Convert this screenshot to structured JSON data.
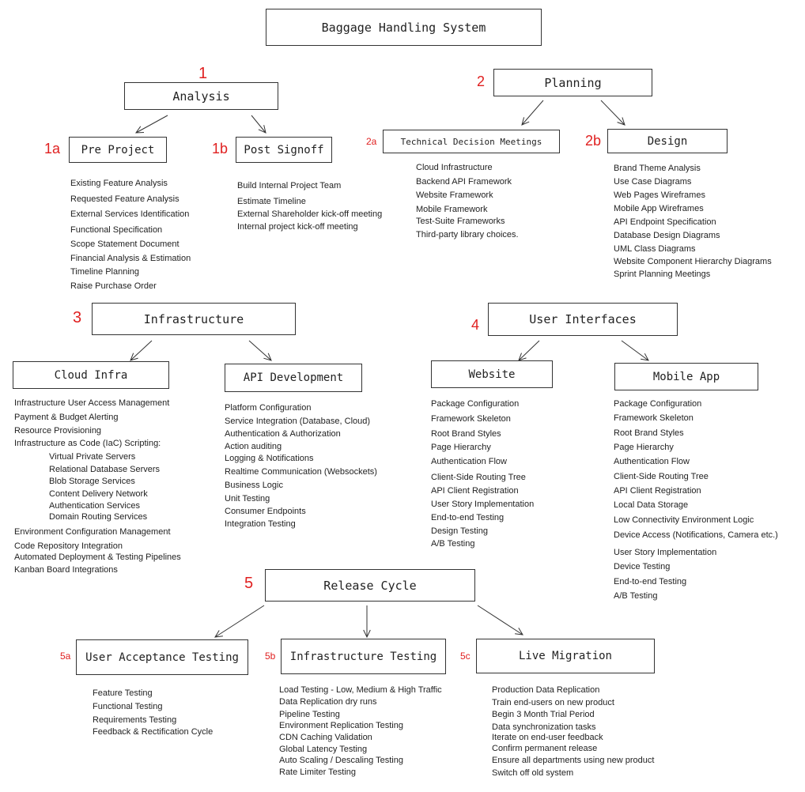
{
  "title": "Baggage Handling System",
  "sections": [
    {
      "number": "1",
      "name": "Analysis",
      "children": [
        {
          "number": "1a",
          "name": "Pre Project",
          "items": [
            "Existing Feature Analysis",
            "Requested Feature Analysis",
            "External Services Identification",
            "Functional Specification",
            "Scope Statement Document",
            "Financial Analysis & Estimation",
            "Timeline Planning",
            "Raise Purchase Order"
          ]
        },
        {
          "number": "1b",
          "name": "Post Signoff",
          "items": [
            "Build Internal Project Team",
            "Estimate Timeline",
            "External Shareholder kick-off meeting",
            "Internal project kick-off meeting"
          ]
        }
      ]
    },
    {
      "number": "2",
      "name": "Planning",
      "children": [
        {
          "number": "2a",
          "name": "Technical Decision Meetings",
          "items": [
            "Cloud Infrastructure",
            "Backend API Framework",
            "Website Framework",
            "Mobile Framework",
            "Test-Suite Frameworks",
            "Third-party library choices."
          ]
        },
        {
          "number": "2b",
          "name": "Design",
          "items": [
            "Brand Theme Analysis",
            "Use Case Diagrams",
            "Web Pages Wireframes",
            "Mobile App Wireframes",
            "API Endpoint Specification",
            "Database Design Diagrams",
            "UML Class Diagrams",
            "Website Component Hierarchy Diagrams",
            "Sprint Planning Meetings"
          ]
        }
      ]
    },
    {
      "number": "3",
      "name": "Infrastructure",
      "children": [
        {
          "name": "Cloud Infra",
          "items": [
            "Infrastructure User Access Management",
            "Payment & Budget Alerting",
            "Resource Provisioning",
            "Infrastructure as Code (IaC) Scripting:",
            "Virtual Private Servers",
            "Relational Database Servers",
            "Blob Storage Services",
            "Content Delivery Network",
            "Authentication Services",
            "Domain Routing Services",
            "Environment Configuration Management",
            "Code Repository Integration",
            "Automated Deployment & Testing Pipelines",
            "Kanban Board Integrations"
          ]
        },
        {
          "name": "API Development",
          "items": [
            "Platform Configuration",
            "Service Integration (Database, Cloud)",
            "Authentication & Authorization",
            "Action auditing",
            "Logging & Notifications",
            "Realtime Communication (Websockets)",
            "Business Logic",
            "Unit Testing",
            "Consumer Endpoints",
            "Integration Testing"
          ]
        }
      ]
    },
    {
      "number": "4",
      "name": "User Interfaces",
      "children": [
        {
          "name": "Website",
          "items": [
            "Package Configuration",
            "Framework Skeleton",
            "Root Brand Styles",
            "Page Hierarchy",
            "Authentication Flow",
            "Client-Side Routing Tree",
            "API Client Registration",
            "User Story Implementation",
            "End-to-end Testing",
            "Design Testing",
            "A/B Testing"
          ]
        },
        {
          "name": "Mobile App",
          "items": [
            "Package Configuration",
            "Framework Skeleton",
            "Root Brand Styles",
            "Page Hierarchy",
            "Authentication Flow",
            "Client-Side Routing Tree",
            "API Client Registration",
            "Local Data Storage",
            "Low Connectivity Environment Logic",
            "Device Access (Notifications, Camera etc.)",
            "User Story Implementation",
            "Device Testing",
            "End-to-end Testing",
            "A/B Testing"
          ]
        }
      ]
    },
    {
      "number": "5",
      "name": "Release Cycle",
      "children": [
        {
          "number": "5a",
          "name": "User Acceptance Testing",
          "items": [
            "Feature Testing",
            "Functional Testing",
            "Requirements Testing",
            "Feedback & Rectification Cycle"
          ]
        },
        {
          "number": "5b",
          "name": "Infrastructure Testing",
          "items": [
            "Load Testing - Low, Medium & High Traffic",
            "Data Replication dry runs",
            "Pipeline Testing",
            "Environment Replication Testing",
            "CDN Caching Validation",
            "Global Latency Testing",
            "Auto Scaling / Descaling Testing",
            "Rate Limiter Testing"
          ]
        },
        {
          "number": "5c",
          "name": "Live Migration",
          "items": [
            "Production Data Replication",
            "Train end-users on new product",
            "Begin 3 Month Trial Period",
            "Data synchronization tasks",
            "Iterate on end-user feedback",
            "Confirm permanent release",
            "Ensure all departments using new product",
            "Switch off old system"
          ]
        }
      ]
    }
  ]
}
